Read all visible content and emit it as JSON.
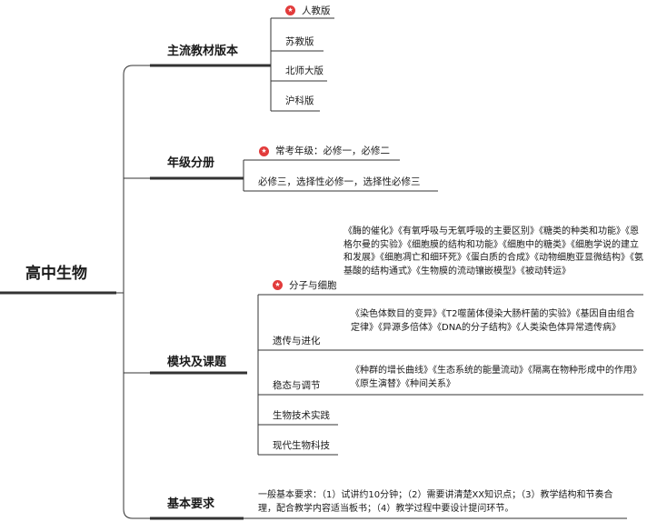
{
  "root": "高中生物",
  "branches": {
    "textbook": {
      "label": "主流教材版本",
      "items": [
        "人教版",
        "苏教版",
        "北师大版",
        "沪科版"
      ]
    },
    "grade": {
      "label": "年级分册",
      "items": [
        "常考年级：必修一，必修二",
        "必修三，选择性必修一，选择性必修三"
      ]
    },
    "modules": {
      "label": "模块及课题",
      "items": [
        {
          "label": "分子与细胞",
          "topics": "《酶的催化》《有氧呼吸与无氧呼吸的主要区别》《糖类的种类和功能》《恩格尔曼的实验》《细胞膜的结构和功能》《细胞中的糖类》《细胞学说的建立和发展》《细胞凋亡和细环死》《蛋白质的合成》《动物细胞亚显微结构》《氨基酸的结构通式》《生物膜的流动镶嵌模型》《被动转运》"
        },
        {
          "label": "遗传与进化",
          "topics": "《染色体数目的变异》《T2噬菌体侵染大肠杆菌的实验》《基因自由组合定律》《异源多倍体》《DNA的分子结构》《人类染色体异常遗传病》"
        },
        {
          "label": "稳态与调节",
          "topics": "《种群的增长曲线》《生态系统的能量流动》《隔离在物种形成中的作用》《原生演替》《种间关系》"
        },
        {
          "label": "生物技术实践",
          "topics": ""
        },
        {
          "label": "现代生物科技",
          "topics": ""
        }
      ]
    },
    "requirements": {
      "label": "基本要求",
      "text": "一般基本要求：（1）试讲约10分钟；（2）需要讲清楚XX知识点；（3）教学结构和节奏合理，配合教学内容适当板书；（4）教学过程中要设计提问环节。"
    }
  },
  "colors": {
    "line": "#333333",
    "star": "#e23b3b",
    "text": "#1a1a1a"
  },
  "icons": {
    "star": "star-icon"
  }
}
